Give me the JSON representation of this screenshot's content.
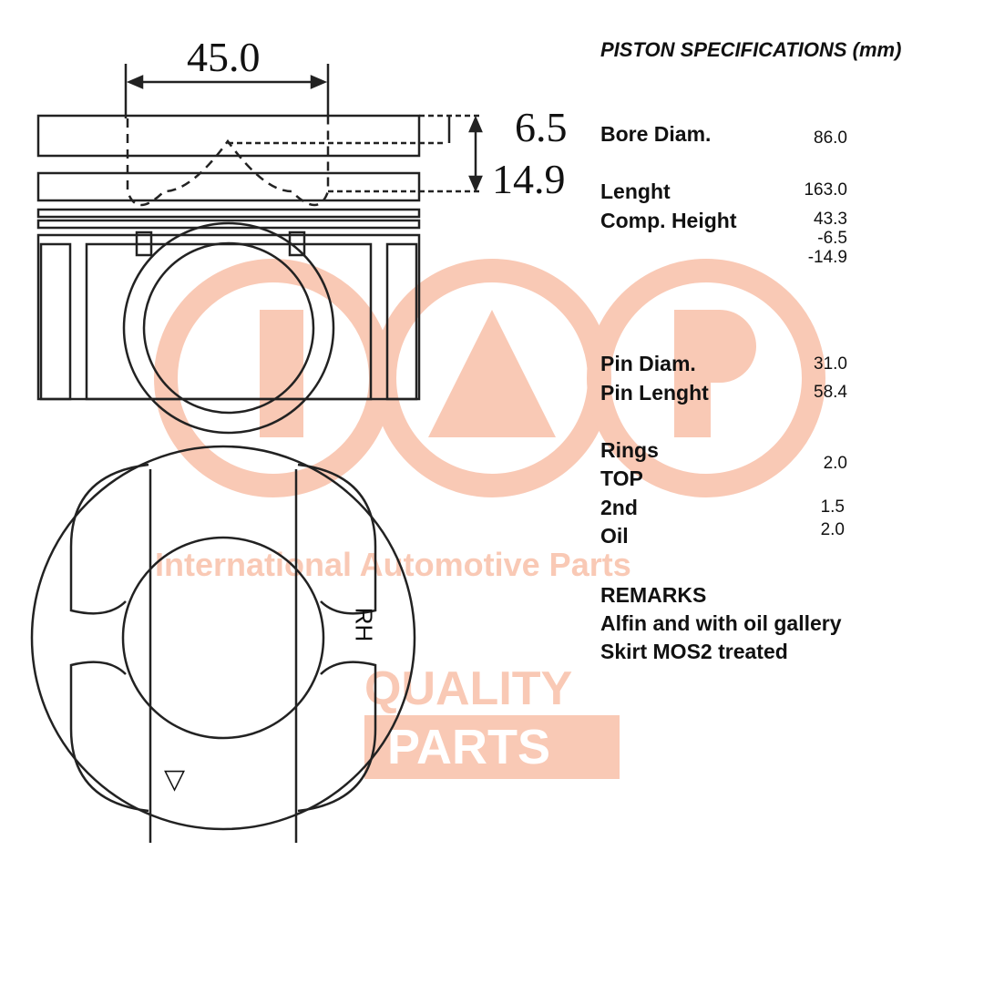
{
  "watermark": {
    "logo": "IAP",
    "tagline": "International Automotive Parts",
    "quality": "QUALITY",
    "parts": "PARTS",
    "color": "#f9c9b5"
  },
  "drawing": {
    "dim_width": "45.0",
    "dim_top": "6.5",
    "dim_bowl": "14.9",
    "marking_side": "RH",
    "marking_arrow": "▽"
  },
  "specs": {
    "title": "PISTON SPECIFICATIONS (mm)",
    "bore_label": "Bore Diam.",
    "bore_value": "86.0",
    "length_label": "Lenght",
    "length_value": "163.0",
    "comp_label": "Comp. Height",
    "comp_value": "43.3",
    "comp_value2": "-6.5",
    "comp_value3": "-14.9",
    "pin_diam_label": "Pin Diam.",
    "pin_diam_value": "31.0",
    "pin_length_label": "Pin Lenght",
    "pin_length_value": "58.4",
    "rings_label": "Rings",
    "top_label": "TOP",
    "top_value": "2.0",
    "second_label": "2nd",
    "second_value": "1.5",
    "oil_label": "Oil",
    "oil_value": "2.0",
    "remarks_label": "REMARKS",
    "remark1": "Alfin and with oil gallery",
    "remark2": "Skirt MOS2 treated"
  }
}
